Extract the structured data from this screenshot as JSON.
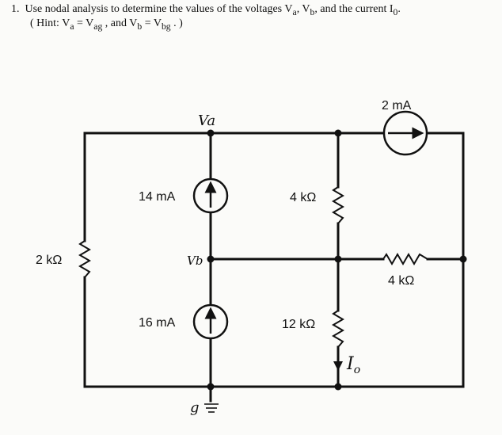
{
  "problem": {
    "number": "1.",
    "statement": "Use nodal analysis to determine the values of the voltages V",
    "sub_a": "a",
    "comma1": ", V",
    "sub_b": "b",
    "and_current": ", and the current I",
    "sub_0": "0",
    "period": ".",
    "hint_open": "( Hint:  V",
    "hint_sub_a": "a",
    "hint_eq1": " = V",
    "hint_sub_ag": "ag",
    "hint_mid": " ,      and     V",
    "hint_sub_b": "b",
    "hint_eq2": " = V",
    "hint_sub_bg": "bg",
    "hint_close": " . )"
  },
  "circuit": {
    "source_2ma": "2 mA",
    "source_14ma": "14 mA",
    "source_16ma": "16 mA",
    "r_2k": "2 kΩ",
    "r_4k_vertical": "4 kΩ",
    "r_4k_horizontal": "4 kΩ",
    "r_12k": "12 kΩ",
    "node_va": "Va",
    "node_vb": "Vb",
    "node_g": "g",
    "current_io": "I",
    "current_io_sub": "o"
  }
}
